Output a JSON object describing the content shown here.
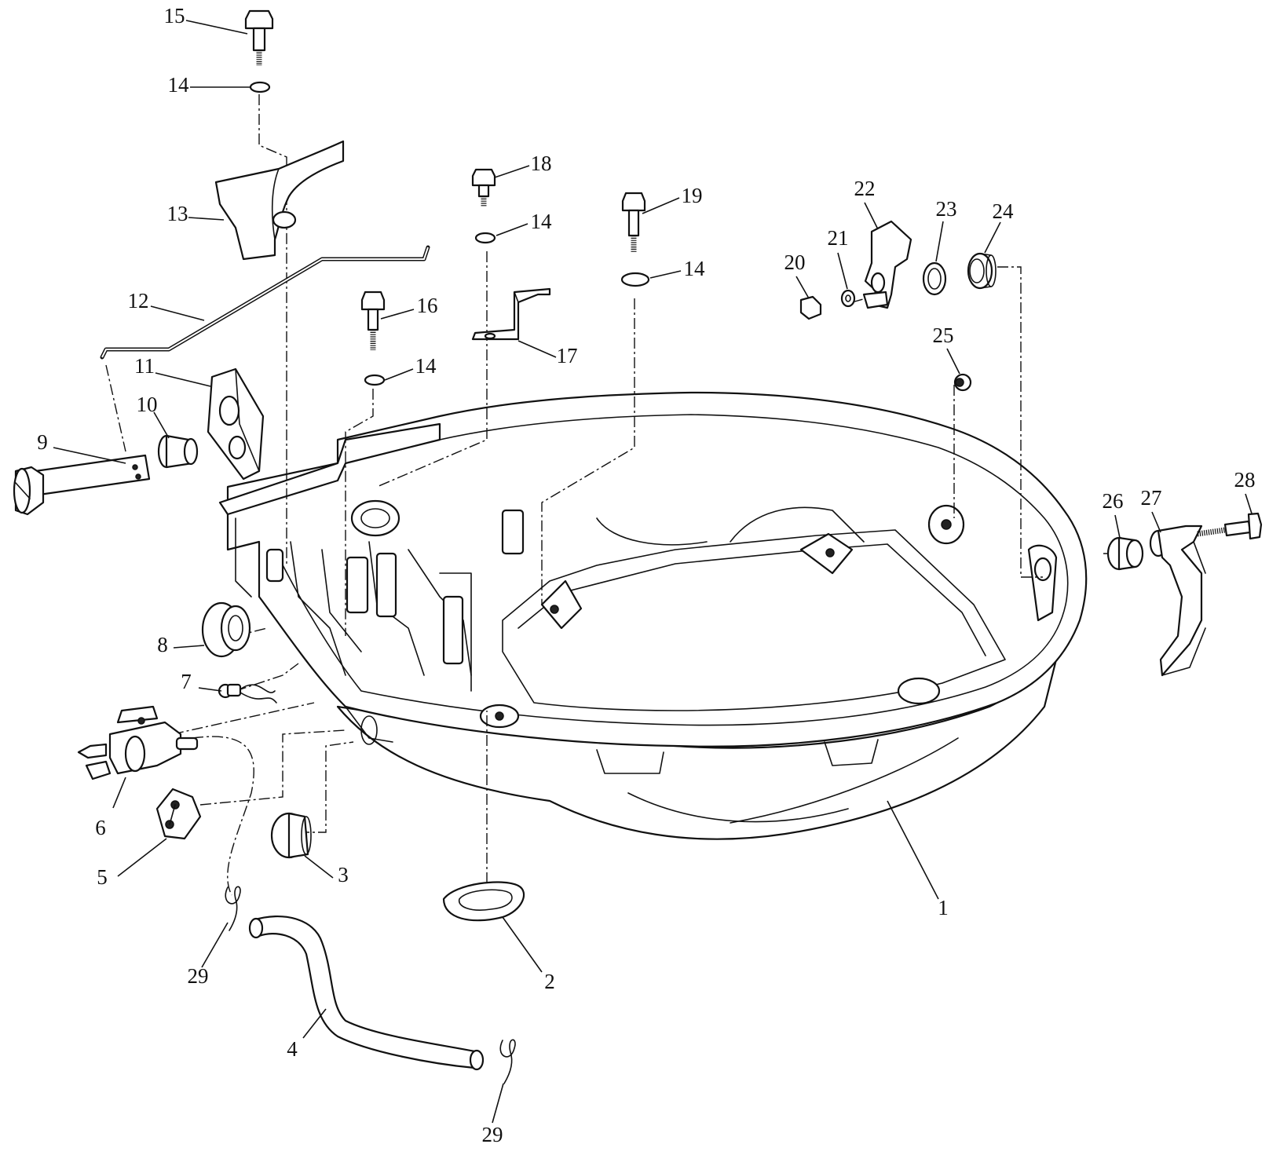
{
  "diagram": {
    "callouts": [
      "1",
      "2",
      "3",
      "4",
      "5",
      "6",
      "7",
      "8",
      "9",
      "10",
      "11",
      "12",
      "13",
      "14",
      "14",
      "14",
      "14",
      "15",
      "16",
      "17",
      "18",
      "19",
      "20",
      "21",
      "22",
      "23",
      "24",
      "25",
      "26",
      "27",
      "28",
      "29",
      "29"
    ]
  }
}
